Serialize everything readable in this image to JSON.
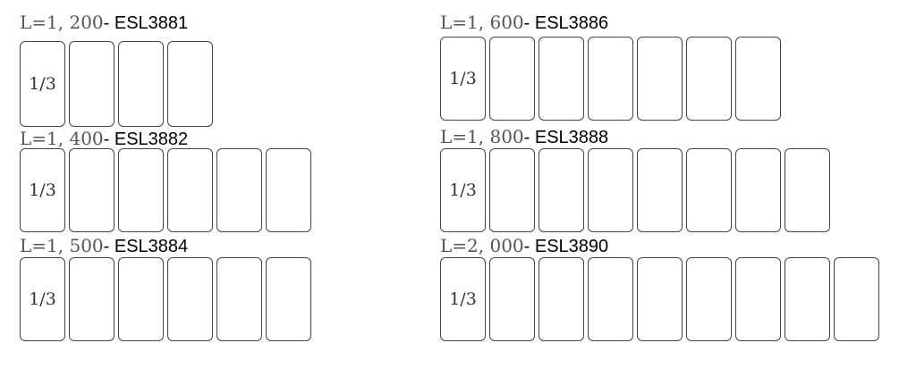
{
  "panel_label": "1/3",
  "separator": "- ",
  "groups": [
    {
      "length_label": "L=1, 200",
      "model": "ESL3881",
      "panels": 4
    },
    {
      "length_label": "L=1, 400",
      "model": "ESL3882",
      "panels": 6
    },
    {
      "length_label": "L=1, 500",
      "model": "ESL3884",
      "panels": 6
    },
    {
      "length_label": "L=1, 600",
      "model": "ESL3886",
      "panels": 7
    },
    {
      "length_label": "L=1, 800",
      "model": "ESL3888",
      "panels": 8
    },
    {
      "length_label": "L=2, 000",
      "model": "ESL3890",
      "panels": 9
    }
  ]
}
